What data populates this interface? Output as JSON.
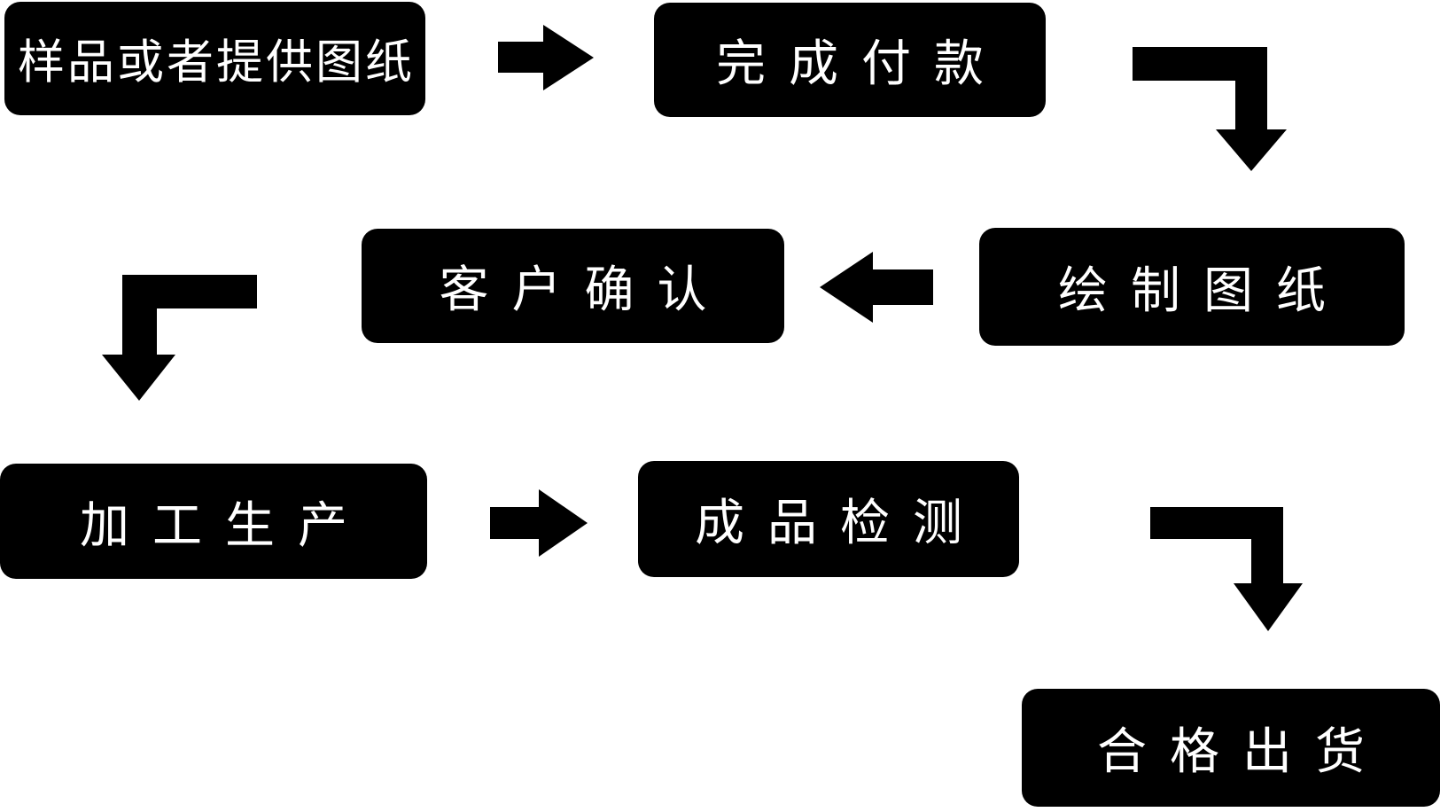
{
  "diagram": {
    "type": "flowchart",
    "background_color": "#ffffff",
    "node_fill_color": "#000000",
    "node_text_color": "#ffffff",
    "arrow_color": "#000000",
    "nodes": [
      {
        "id": "sample-or-drawing",
        "label": "样品或者提供图纸"
      },
      {
        "id": "complete-payment",
        "label": "完成付款"
      },
      {
        "id": "draw-blueprint",
        "label": "绘制图纸"
      },
      {
        "id": "customer-confirmation",
        "label": "客户确认"
      },
      {
        "id": "processing-production",
        "label": "加工生产"
      },
      {
        "id": "product-inspection",
        "label": "成品检测"
      },
      {
        "id": "qualified-shipment",
        "label": "合格出货"
      }
    ],
    "connections": [
      {
        "from": "sample-or-drawing",
        "to": "complete-payment",
        "arrow": "right"
      },
      {
        "from": "complete-payment",
        "to": "draw-blueprint",
        "arrow": "elbow-right-down"
      },
      {
        "from": "draw-blueprint",
        "to": "customer-confirmation",
        "arrow": "left"
      },
      {
        "from": "customer-confirmation",
        "to": "processing-production",
        "arrow": "elbow-left-down"
      },
      {
        "from": "processing-production",
        "to": "product-inspection",
        "arrow": "right"
      },
      {
        "from": "product-inspection",
        "to": "qualified-shipment",
        "arrow": "elbow-right-down"
      }
    ]
  }
}
